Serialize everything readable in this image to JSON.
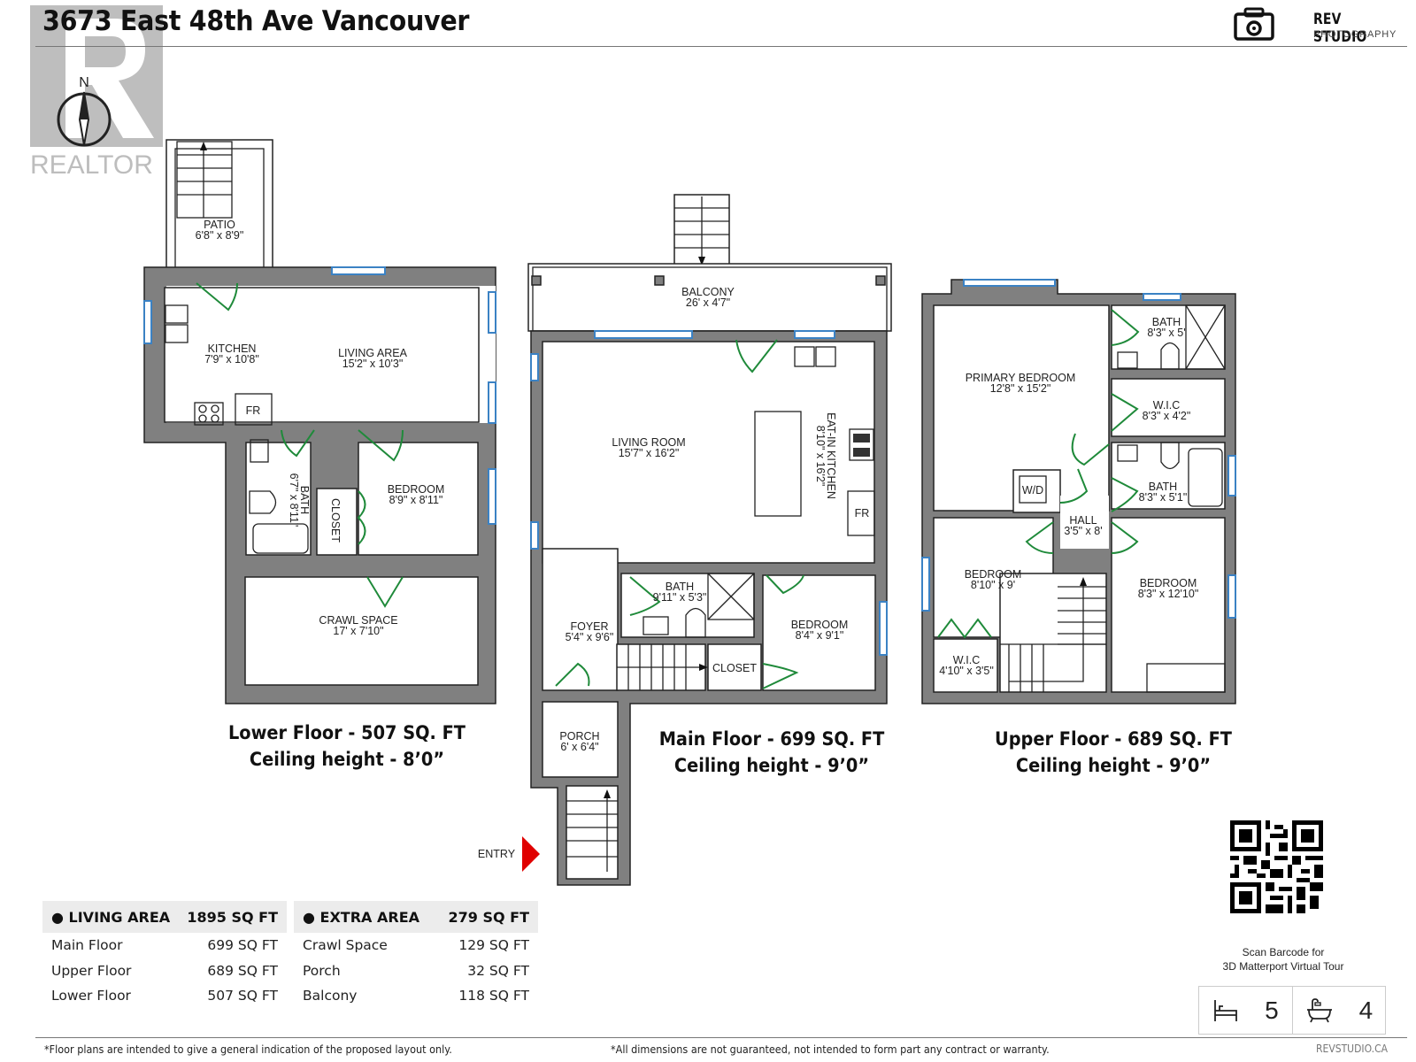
{
  "header": {
    "title": "3673 East 48th Ave Vancouver",
    "watermark": "REALTOR",
    "compass_label": "N",
    "brand_name": "REV STUDIO",
    "brand_sub": "PHOTOGRAPHY"
  },
  "floors": {
    "lower": {
      "caption": "Lower Floor - 507 SQ. FT",
      "ceiling": "Ceiling height - 8’0”",
      "rooms": {
        "patio": {
          "name": "PATIO",
          "dim": "6'8\" x 8'9\""
        },
        "kitchen": {
          "name": "KITCHEN",
          "dim": "7'9\" x 10'8\""
        },
        "living": {
          "name": "LIVING AREA",
          "dim": "15'2\" x 10'3\""
        },
        "bath": {
          "name": "BATH",
          "dim": "6'7\" x 8'11\""
        },
        "closet": {
          "name": "CLOSET"
        },
        "bedroom": {
          "name": "BEDROOM",
          "dim": "8'9\" x 8'11\""
        },
        "crawl": {
          "name": "CRAWL SPACE",
          "dim": "17' x 7'10\""
        },
        "fridge": "FR"
      }
    },
    "main": {
      "caption": "Main Floor - 699 SQ. FT",
      "ceiling": "Ceiling height - 9’0”",
      "rooms": {
        "balcony": {
          "name": "BALCONY",
          "dim": "26' x 4'7\""
        },
        "living": {
          "name": "LIVING ROOM",
          "dim": "15'7\" x 16'2\""
        },
        "kitchen": {
          "name": "EAT-IN KITCHEN",
          "dim": "8'10\" x 16'2\""
        },
        "bath": {
          "name": "BATH",
          "dim": "9'11\" x 5'3\""
        },
        "foyer": {
          "name": "FOYER",
          "dim": "5'4\" x 9'6\""
        },
        "bedroom": {
          "name": "BEDROOM",
          "dim": "8'4\" x 9'1\""
        },
        "closet": {
          "name": "CLOSET"
        },
        "porch": {
          "name": "PORCH",
          "dim": "6' x 6'4\""
        },
        "fridge": "FR",
        "entry": "ENTRY"
      }
    },
    "upper": {
      "caption": "Upper Floor - 689 SQ. FT",
      "ceiling": "Ceiling height - 9’0”",
      "rooms": {
        "primary": {
          "name": "PRIMARY BEDROOM",
          "dim": "12'8\" x 15'2\""
        },
        "bath1": {
          "name": "BATH",
          "dim": "8'3\" x 5'"
        },
        "wic1": {
          "name": "W.I.C",
          "dim": "8'3\" x 4'2\""
        },
        "bath2": {
          "name": "BATH",
          "dim": "8'3\" x 5'1\""
        },
        "wd": "W/D",
        "hall": {
          "name": "HALL",
          "dim": "3'5\" x 8'"
        },
        "bedroom1": {
          "name": "BEDROOM",
          "dim": "8'10\" x 9'"
        },
        "bedroom2": {
          "name": "BEDROOM",
          "dim": "8'3\" x 12'10\""
        },
        "wic2": {
          "name": "W.I.C",
          "dim": "4'10\" x 3'5\""
        }
      }
    }
  },
  "living_area": {
    "label": "LIVING AREA",
    "total": "1895 SQ FT",
    "rows": [
      {
        "label": "Main Floor",
        "value": "699 SQ FT"
      },
      {
        "label": "Upper Floor",
        "value": "689 SQ FT"
      },
      {
        "label": "Lower Floor",
        "value": "507 SQ FT"
      }
    ]
  },
  "extra_area": {
    "label": "EXTRA AREA",
    "total": "279 SQ FT",
    "rows": [
      {
        "label": "Crawl Space",
        "value": "129 SQ FT"
      },
      {
        "label": "Porch",
        "value": "32 SQ FT"
      },
      {
        "label": "Balcony",
        "value": "118 SQ FT"
      }
    ]
  },
  "qr": {
    "caption_line1": "Scan Barcode for",
    "caption_line2": "3D Matterport Virtual Tour"
  },
  "stats": {
    "bedrooms": "5",
    "bathrooms": "4",
    "bed_icon": "bed-icon",
    "bath_icon": "bathtub-icon"
  },
  "footer": {
    "left": "*Floor plans are intended to give a general indication of the proposed layout only.",
    "center": "*All dimensions are not guaranteed, not intended to form part any contract or warranty.",
    "right": "REVSTUDIO.CA"
  },
  "colors": {
    "wall": "#808080",
    "window": "#3b82c4",
    "door": "#1f8a3a",
    "entry_arrow": "#e00000",
    "table_header": "#ececec"
  }
}
